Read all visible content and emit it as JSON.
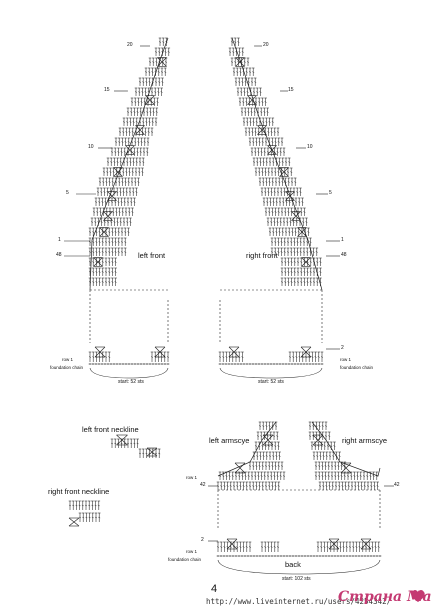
{
  "labels": {
    "left_front": "left front",
    "right_front": "right front",
    "left_front_neckline": "left front neckline",
    "right_front_neckline": "right front neckline",
    "left_armscye": "left armscye",
    "right_armscye": "right armscye",
    "back": "back",
    "start_52": "start: 52 sts",
    "start_102": "start: 102 sts",
    "row_1": "row 1",
    "foundation_chain": "foundation chain",
    "page_number": "4"
  },
  "row_markers": {
    "r20": "20",
    "r15": "15",
    "r10": "10",
    "r5": "5",
    "r1": "1",
    "r48": "48",
    "r2": "2",
    "r42": "42"
  },
  "watermark": {
    "text": "Страна Мам",
    "url": "http://www.liveinternet.ru/users/4254342/",
    "color": "#c43a72"
  }
}
